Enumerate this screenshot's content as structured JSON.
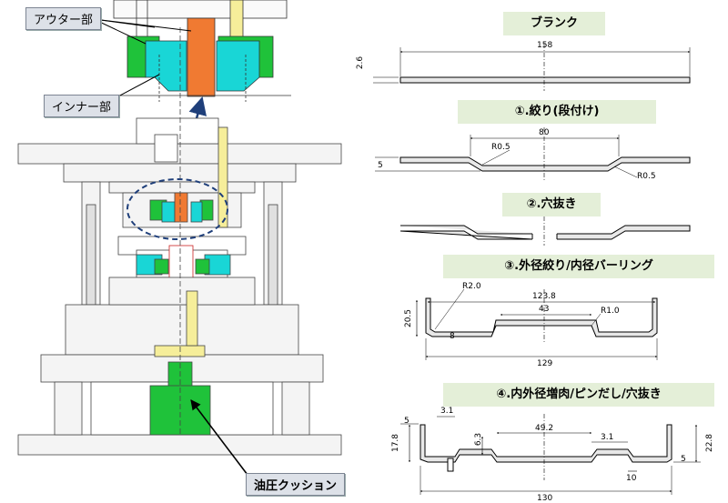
{
  "left_labels": {
    "outer": "アウター部",
    "inner": "インナー部",
    "cushion": "油圧クッション"
  },
  "steps": [
    {
      "title": "ブランク",
      "dims": {
        "length": "158",
        "thickness": "2.6"
      }
    },
    {
      "title": "①.絞り(段付け)",
      "dims": {
        "width": "80",
        "depth": "5",
        "r_left": "R0.5",
        "r_right": "R0.5"
      }
    },
    {
      "title": "②.穴抜き"
    },
    {
      "title": "③.外径絞り/内径バーリング",
      "dims": {
        "top": "123.8",
        "inner": "43",
        "bottom": "129",
        "height": "20.5",
        "r2": "R2.0",
        "r1": "R1.0",
        "small": "8"
      }
    },
    {
      "title": "④.内外径増肉/ピンだし/穴抜き",
      "dims": {
        "top": "3.1",
        "inner": "49.2",
        "right": "3.1",
        "bottom": "130",
        "left_h": "17.8",
        "mid_h": "6.3",
        "right_h": "22.8",
        "step_a": "5",
        "step_b": "5",
        "foot": "10"
      }
    }
  ],
  "colors": {
    "green": "#1fc23a",
    "cyan": "#19d6d6",
    "orange": "#f07a32",
    "yellow": "#f6ee9a",
    "step_bg": "#e4efd8",
    "arrow": "#1f3f7a"
  }
}
